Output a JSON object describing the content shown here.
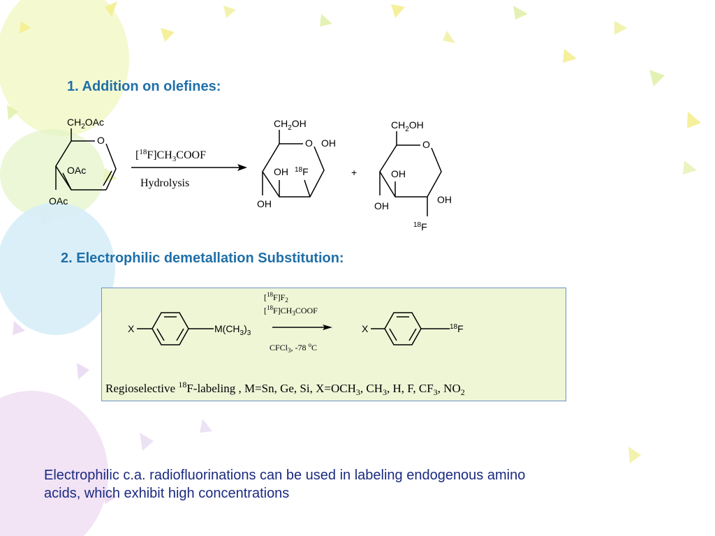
{
  "slide": {
    "section1_heading": "1. Addition on olefines:",
    "section2_heading": "2. Electrophilic demetallation Substitution:",
    "caption_line1": "Electrophilic c.a. radiofluorinations can be used in labeling endogenous amino",
    "caption_line2": "acids, which exhibit high concentrations"
  },
  "scheme1": {
    "reactant": {
      "ch2_group": {
        "a": "CH",
        "sub": "2",
        "b": "OAc"
      },
      "ring_o": "O",
      "oac_upper": "OAc",
      "oac_lower": "OAc"
    },
    "reagent": {
      "open": "[",
      "iso": "18",
      "a": "F]CH",
      "sub": "3",
      "b": "COOF"
    },
    "condition": "Hydrolysis",
    "product1": {
      "ch2_group": {
        "a": "CH",
        "sub": "2",
        "b": "OH"
      },
      "ring_o": "O",
      "oh_anomeric": "OH",
      "oh_mid": "OH",
      "f_iso": "18",
      "f": "F",
      "oh_lower": "OH"
    },
    "plus": "+",
    "product2": {
      "ch2_group": {
        "a": "CH",
        "sub": "2",
        "b": "OH"
      },
      "ring_o": "O",
      "oh_mid": "OH",
      "oh_lower": "OH",
      "oh_right": "OH",
      "f_iso": "18",
      "f": "F"
    }
  },
  "scheme2": {
    "reactant_x": "X",
    "reactant_m": {
      "a": "M(CH",
      "sub": "3",
      "b": ")",
      "sub2": "3"
    },
    "reagent1": {
      "open": "[",
      "iso": "18",
      "a": "F]F",
      "sub": "2"
    },
    "reagent2": {
      "open": "[",
      "iso": "18",
      "a": "F]CH",
      "sub": "3",
      "b": "COOF"
    },
    "condition": {
      "a": "CFCl",
      "sub": "3",
      "b": ", -78 ",
      "sup": "o",
      "c": "C"
    },
    "product_x": "X",
    "product_f_iso": "18",
    "product_f": "F",
    "note": {
      "a": "Regioselective ",
      "iso": "18",
      "b": "F-labeling , M=Sn, Ge, Si, X=OCH",
      "s1": "3",
      "c": ", CH",
      "s2": "3",
      "d": ", H, F, CF",
      "s3": "3",
      "e": ", NO",
      "s4": "2"
    }
  },
  "colors": {
    "heading": "#1f6fa8",
    "caption": "#1a2a80",
    "panel_bg": "#eef6d6",
    "panel_border": "#6f90c4"
  }
}
